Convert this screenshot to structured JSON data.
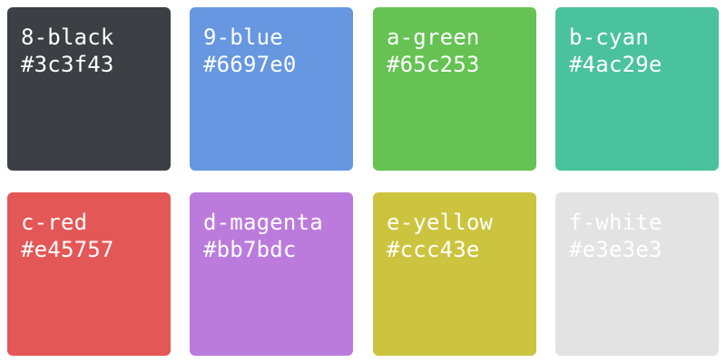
{
  "swatches": [
    {
      "name": "8-black",
      "hex": "#3c3f43",
      "text_color": "#ffffff"
    },
    {
      "name": "9-blue",
      "hex": "#6697e0",
      "text_color": "#ffffff"
    },
    {
      "name": "a-green",
      "hex": "#65c253",
      "text_color": "#ffffff"
    },
    {
      "name": "b-cyan",
      "hex": "#4ac29e",
      "text_color": "#ffffff"
    },
    {
      "name": "c-red",
      "hex": "#e45757",
      "text_color": "#ffffff"
    },
    {
      "name": "d-magenta",
      "hex": "#bb7bdc",
      "text_color": "#ffffff"
    },
    {
      "name": "e-yellow",
      "hex": "#ccc43e",
      "text_color": "#ffffff"
    },
    {
      "name": "f-white",
      "hex": "#e3e3e3",
      "text_color": "#ffffff"
    }
  ]
}
